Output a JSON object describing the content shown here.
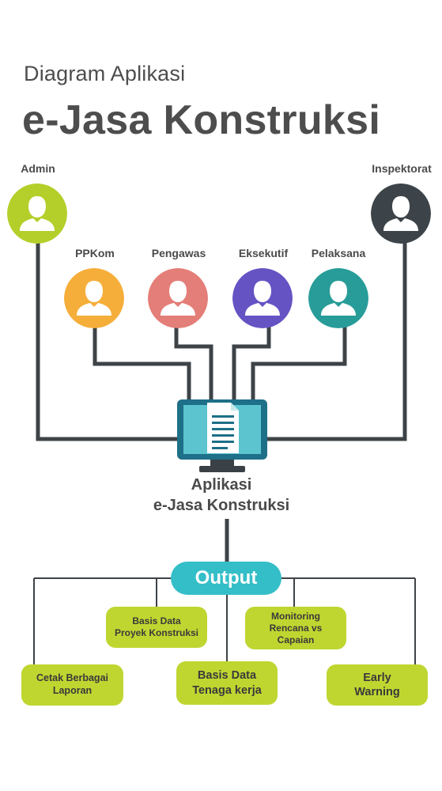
{
  "title": {
    "line1": "Diagram Aplikasi",
    "line2": "e-Jasa Konstruksi"
  },
  "roles": {
    "admin": {
      "label": "Admin",
      "color": "#b4cf2a",
      "icon": "user-icon"
    },
    "inspektorat": {
      "label": "Inspektorat",
      "color": "#3c4449",
      "icon": "user-icon"
    },
    "ppkom": {
      "label": "PPKom",
      "color": "#f5ae3a",
      "icon": "user-icon"
    },
    "pengawas": {
      "label": "Pengawas",
      "color": "#e47e78",
      "icon": "user-icon"
    },
    "eksekutif": {
      "label": "Eksekutif",
      "color": "#6553c4",
      "icon": "user-icon"
    },
    "pelaksana": {
      "label": "Pelaksana",
      "color": "#289c98",
      "icon": "user-icon"
    }
  },
  "app": {
    "line1": "Aplikasi",
    "line2": "e-Jasa Konstruksi",
    "icon": "monitor-document-icon",
    "colors": {
      "bezel": "#1e6f88",
      "screen": "#5cc4cf",
      "stand": "#3a4146"
    }
  },
  "output": {
    "label": "Output",
    "color": "#34bec8",
    "box_color": "#bfd630",
    "items": {
      "basis_data_proyek": [
        "Basis Data",
        "Proyek Konstruksi"
      ],
      "monitoring": [
        "Monitoring",
        "Rencana vs",
        "Capaian"
      ],
      "cetak": [
        "Cetak Berbagai",
        "Laporan"
      ],
      "basis_data_tenaga": [
        "Basis Data",
        "Tenaga kerja"
      ],
      "early_warning": [
        "Early",
        "Warning"
      ]
    }
  },
  "line_color": "#3d4347"
}
